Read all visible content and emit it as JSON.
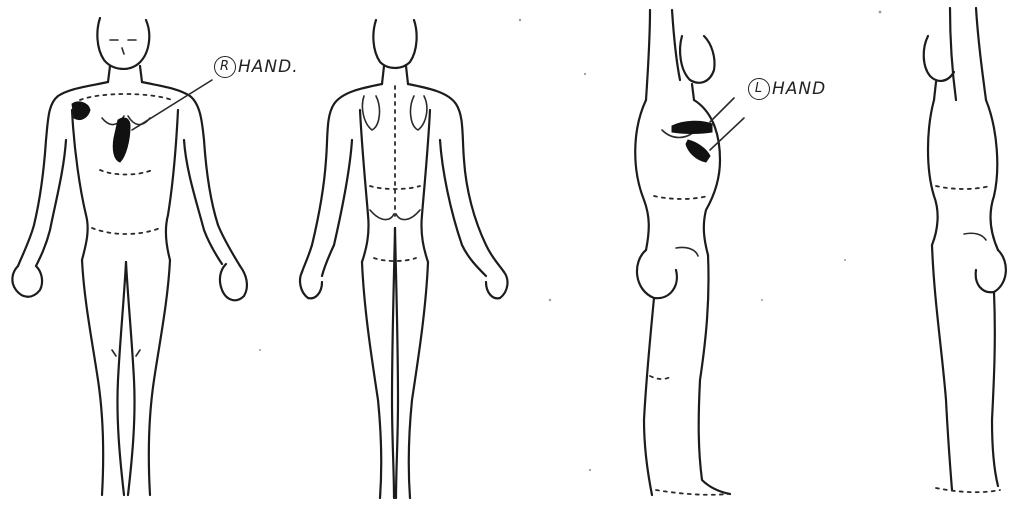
{
  "annotations": [
    {
      "id": "front",
      "circled": "R",
      "text": "HAND."
    },
    {
      "id": "side",
      "circled": "L",
      "text": "HAND"
    }
  ],
  "views": [
    {
      "name": "anterior",
      "has_injury_marks": true
    },
    {
      "name": "posterior",
      "has_injury_marks": false
    },
    {
      "name": "right-lateral",
      "has_injury_marks": true
    },
    {
      "name": "left-lateral",
      "has_injury_marks": false
    }
  ]
}
